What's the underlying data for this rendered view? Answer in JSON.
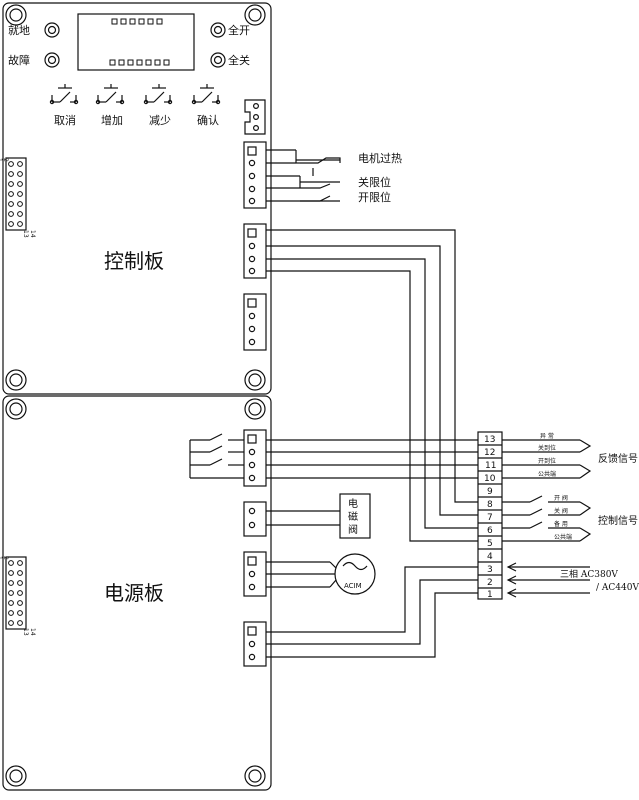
{
  "control_board": {
    "title": "控制板",
    "indicators": {
      "ready": "就地",
      "fault": "故障",
      "all_open": "全开",
      "all_close": "全关"
    },
    "buttons": {
      "cancel": "取消",
      "increase": "增加",
      "decrease": "减少",
      "confirm": "确认"
    },
    "inputs": {
      "motor_overheat": "电机过热",
      "close_limit": "关限位",
      "open_limit": "开限位"
    },
    "header_labels": {
      "left_top": "2",
      "left_top2": "1",
      "left_bottom": "14",
      "left_bottom2": "13"
    }
  },
  "power_board": {
    "title": "电源板",
    "solenoid": [
      "电",
      "磁",
      "阀"
    ],
    "motor": "ACIM",
    "header_labels": {
      "left_top": "2",
      "left_top2": "1",
      "left_bottom": "14",
      "left_bottom2": "13"
    }
  },
  "terminal": {
    "numbers": [
      "13",
      "12",
      "11",
      "10",
      "9",
      "8",
      "7",
      "6",
      "5",
      "4",
      "3",
      "2",
      "1"
    ],
    "feedback_lines": [
      "异 常",
      "关到位",
      "开到位",
      "公共端"
    ],
    "control_lines": [
      "开 阀",
      "关 阀",
      "备 用",
      "公共端"
    ],
    "feedback_label": "反馈信号",
    "control_label": "控制信号",
    "power_label_1": "三相 AC380V",
    "power_label_2": "/ AC440V"
  }
}
